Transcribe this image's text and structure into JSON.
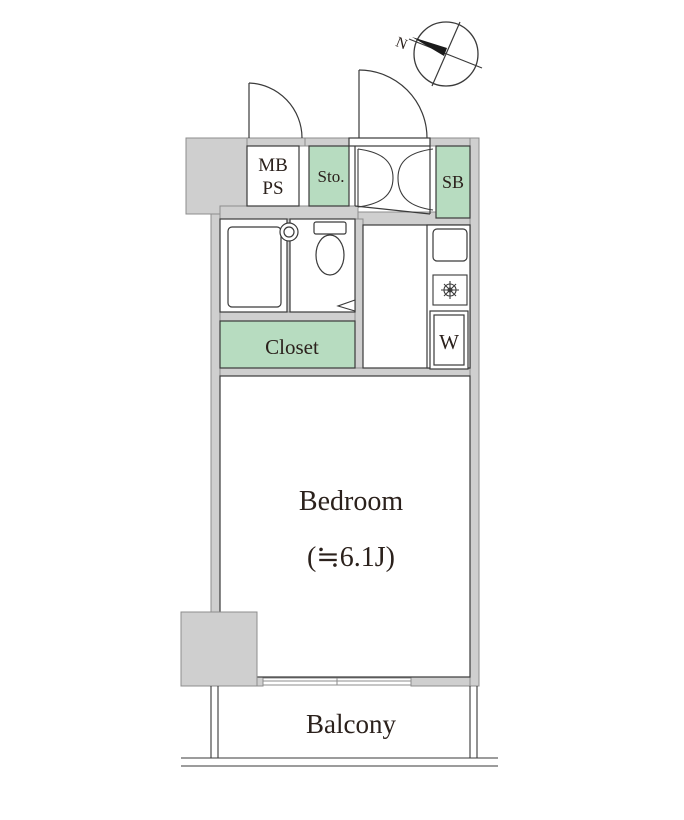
{
  "labels": {
    "mb": "MB",
    "ps": "PS",
    "storage": "Sto.",
    "shoe_box": "SB",
    "closet": "Closet",
    "washer": "W",
    "bedroom": "Bedroom",
    "bedroom_size": "(≒6.1J)",
    "balcony": "Balcony",
    "north": "N"
  },
  "colors": {
    "wall": "#cfcfcf",
    "wall_edge": "#8c8c8c",
    "storage_fill": "#b7dcc0",
    "line": "#3a3a3a",
    "text": "#2b211c"
  }
}
